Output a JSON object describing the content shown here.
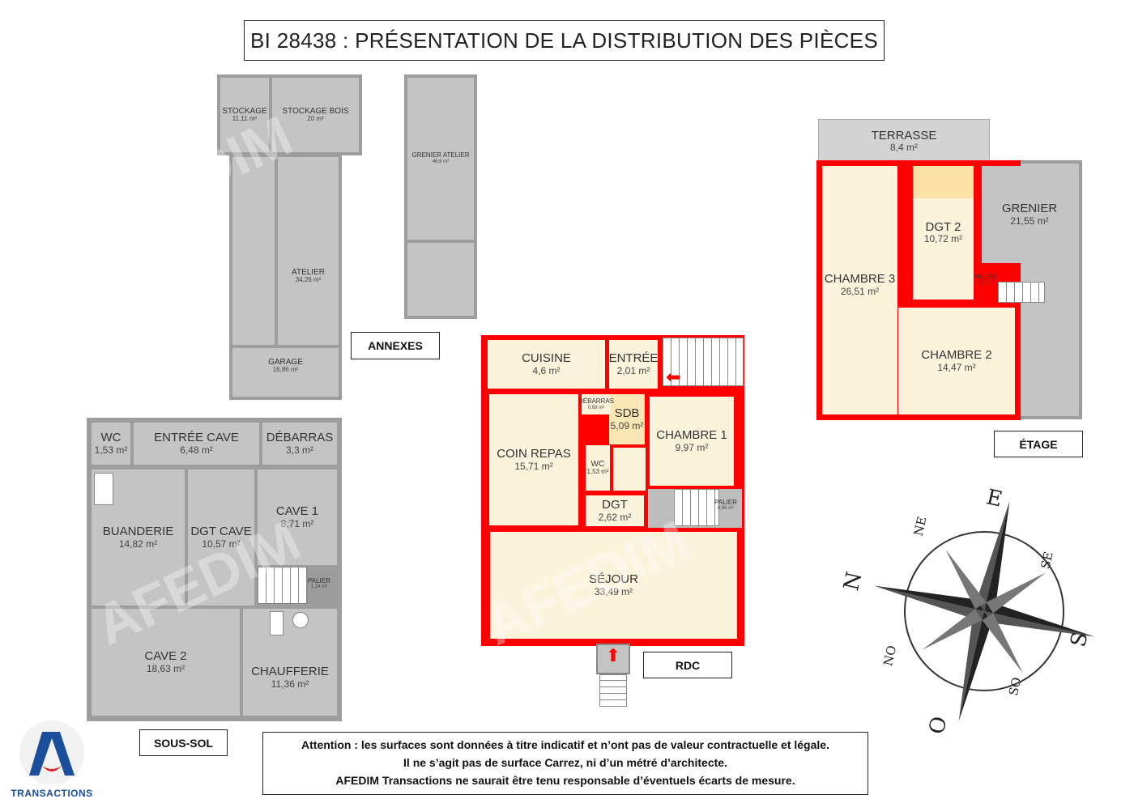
{
  "title": "BI 28438 : PRÉSENTATION DE LA DISTRIBUTION DES PIÈCES",
  "sections": {
    "annexes": "ANNEXES",
    "rdc": "RDC",
    "etage": "ÉTAGE",
    "sous_sol": "SOUS-SOL"
  },
  "annexes": [
    {
      "name": "STOCKAGE",
      "area": "11,11 m²"
    },
    {
      "name": "STOCKAGE BOIS",
      "area": "20 m²"
    },
    {
      "name": "ATELIER",
      "area": "34,26 m²"
    },
    {
      "name": "GARAGE",
      "area": "16,86 m²"
    },
    {
      "name": "GRENIER ATELIER",
      "area": "46,8 m²"
    }
  ],
  "rdc": [
    {
      "name": "CUISINE",
      "area": "4,6 m²"
    },
    {
      "name": "ENTRÉE",
      "area": "2,01 m²"
    },
    {
      "name": "DÉBARRAS",
      "area": "0,69 m²"
    },
    {
      "name": "COIN REPAS",
      "area": "15,71 m²"
    },
    {
      "name": "SDB",
      "area": "5,09 m²"
    },
    {
      "name": "WC",
      "area": "1,53 m²"
    },
    {
      "name": "CHAMBRE 1",
      "area": "9,97 m²"
    },
    {
      "name": "DGT",
      "area": "2,62 m²"
    },
    {
      "name": "PALIER",
      "area": "0,86 m²"
    },
    {
      "name": "SÉJOUR",
      "area": "33,49 m²"
    }
  ],
  "etage": [
    {
      "name": "TERRASSE",
      "area": "8,4 m²"
    },
    {
      "name": "CHAMBRE 3",
      "area": "26,51 m²"
    },
    {
      "name": "DGT 2",
      "area": "10,72 m²"
    },
    {
      "name": "GRENIER",
      "area": "21,55 m²"
    },
    {
      "name": "PALIER",
      "area": "1,01 m²"
    },
    {
      "name": "CHAMBRE 2",
      "area": "14,47 m²"
    }
  ],
  "sous_sol": [
    {
      "name": "WC",
      "area": "1,53 m²"
    },
    {
      "name": "ENTRÉE CAVE",
      "area": "6,48 m²"
    },
    {
      "name": "DÉBARRAS",
      "area": "3,3 m²"
    },
    {
      "name": "BUANDERIE",
      "area": "14,82 m²"
    },
    {
      "name": "DGT CAVE",
      "area": "10,57 m²"
    },
    {
      "name": "CAVE 1",
      "area": "8,71 m²"
    },
    {
      "name": "PALIER",
      "area": "1,14 m²"
    },
    {
      "name": "CAVE 2",
      "area": "18,63 m²"
    },
    {
      "name": "CHAUFFERIE",
      "area": "11,36 m²"
    }
  ],
  "compass": {
    "N": "N",
    "NE": "NE",
    "E": "E",
    "SE": "SE",
    "S": "S",
    "SO": "SO",
    "O": "O",
    "NO": "NO"
  },
  "note": [
    "Attention : les surfaces sont données à titre indicatif et n’ont pas de valeur contractuelle et légale.",
    "Il ne s’agit pas de surface Carrez, ni d’un métré d’architecte.",
    "AFEDIM Transactions ne saurait être tenu responsable d’éventuels écarts de mesure."
  ],
  "logo": {
    "text": "TRANSACTIONS",
    "brand": "AFEDIM",
    "color": "#1b4f9c",
    "accent": "#e0202a"
  },
  "colors": {
    "habitable_wall": "#ff0000",
    "room_fill": "#fbf3dc",
    "annex_fill": "#c4c4c4"
  }
}
